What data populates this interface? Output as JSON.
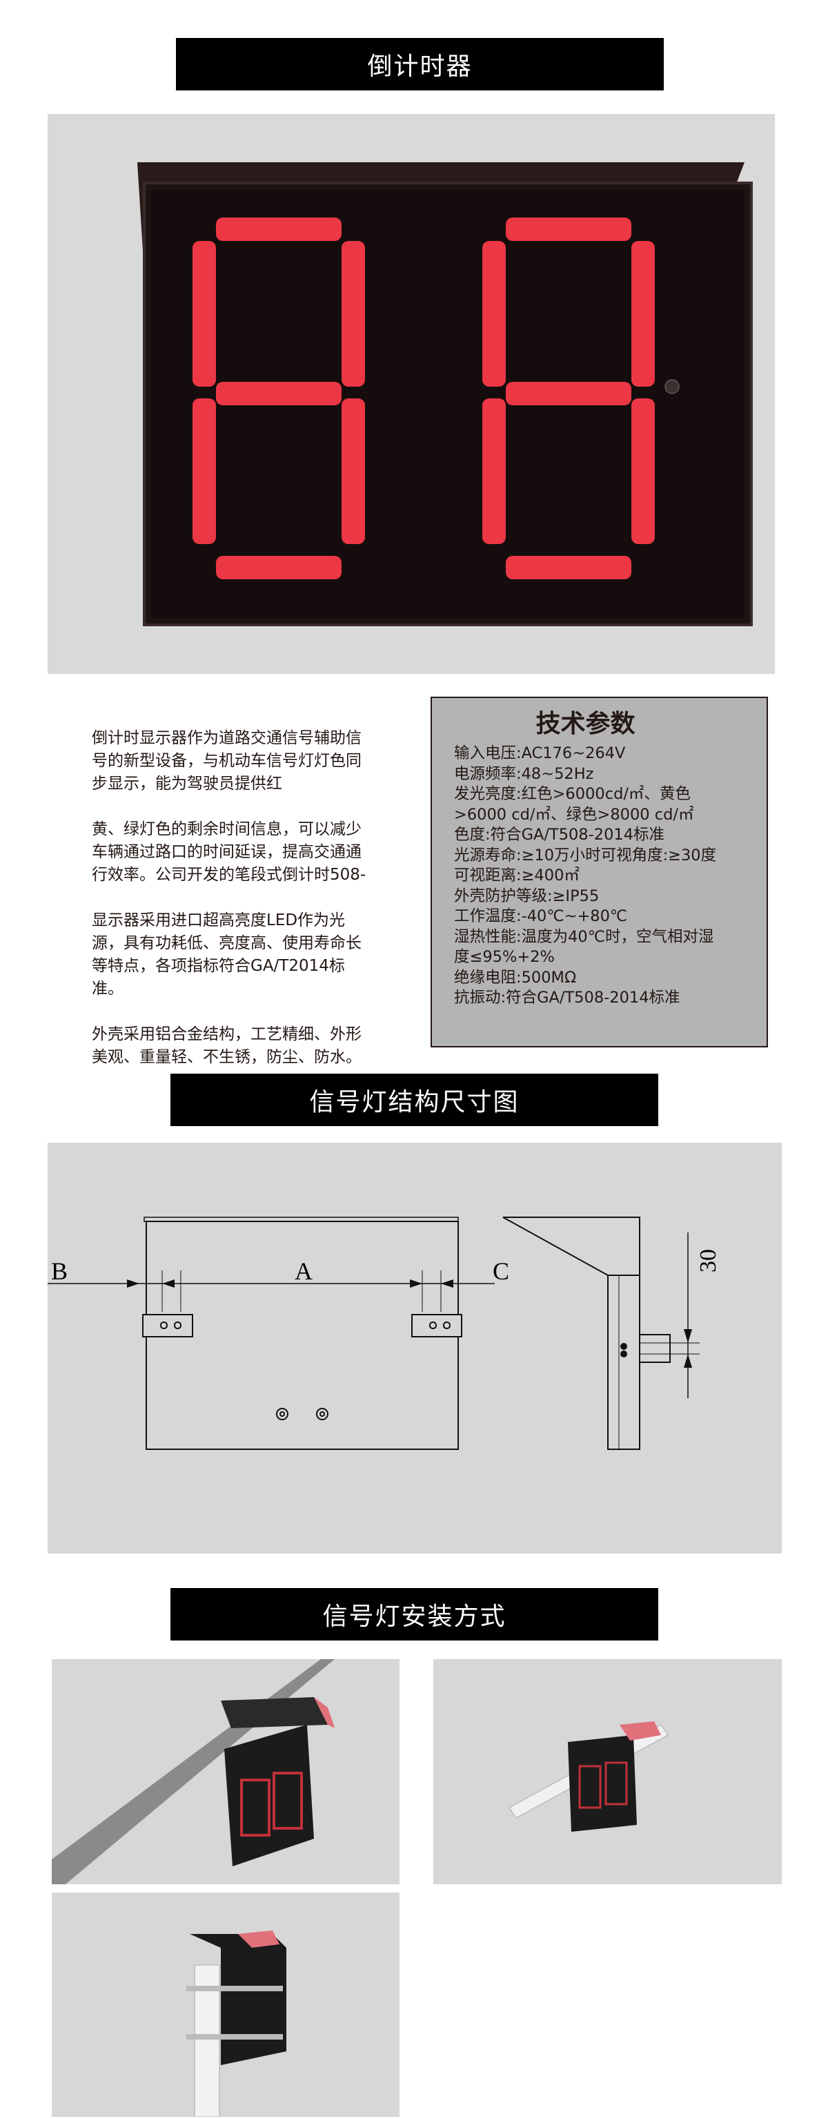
{
  "sections": {
    "countdown_title": "倒计时器",
    "structure_title": "信号灯结构尺寸图",
    "install_title": "信号灯安装方式"
  },
  "hero": {
    "display_digits": "88",
    "led_color": "#ff3b4a",
    "housing_color": "#1a1212"
  },
  "intro": {
    "paragraphs": [
      "倒计时显示器作为道路交通信号辅助信号的新型设备，与机动车信号灯灯色同步显示，能为驾驶员提供红",
      "黄、绿灯色的剩余时间信息，可以减少车辆通过路口的时间延误，提高交通通行效率。公司开发的笔段式倒计时508-",
      "显示器采用进口超高亮度LED作为光源，具有功耗低、亮度高、使用寿命长等特点，各项指标符合GA/T2014标准。",
      "外壳采用铝合金结构，工艺精细、外形美观、重量轻、不生锈，防尘、防水。"
    ]
  },
  "specs": {
    "title": "技术参数",
    "rows": [
      "输入电压:AC176~264V",
      "电源频率:48~52Hz",
      "发光亮度:红色>6000cd/㎡、黄色",
      ">6000 cd/㎡、绿色>8000 cd/㎡",
      "色度:符合GA/T508-2014标准",
      "光源寿命:≥10万小时可视角度:≥30度",
      "可视距离:≥400㎡",
      "外壳防护等级:≥IP55",
      "工作温度:-40℃~+80℃",
      "湿热性能:温度为40℃时，空气相对湿",
      "度≤95%+2%",
      "绝缘电阻:500MΩ",
      "抗振动:符合GA/T508-2014标准"
    ]
  },
  "diagram": {
    "label_a": "A",
    "label_b": "B",
    "label_c": "C",
    "dimension": "30"
  }
}
